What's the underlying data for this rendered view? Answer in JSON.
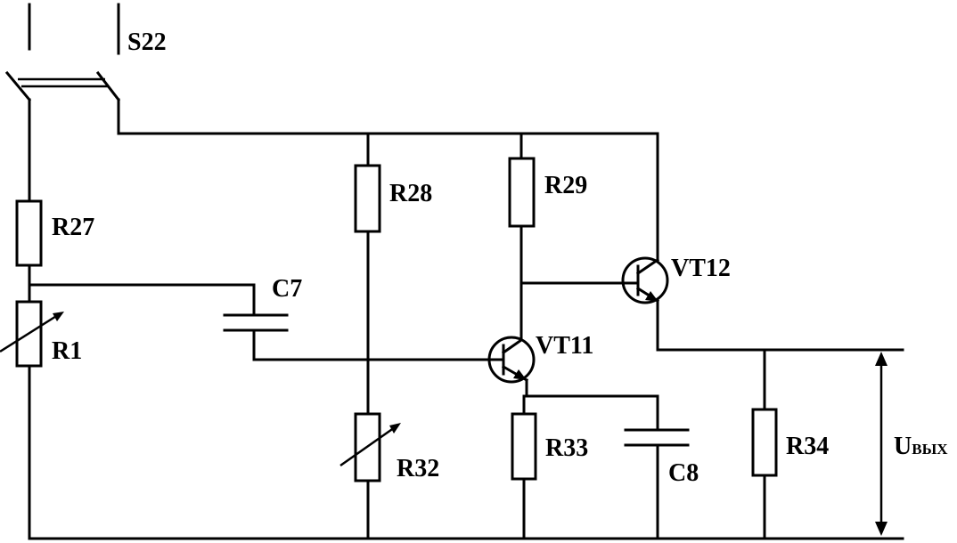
{
  "diagram": {
    "components": {
      "s22": "S22",
      "r27": "R27",
      "r1": "R1",
      "c7": "C7",
      "r28": "R28",
      "r29": "R29",
      "vt12": "VT12",
      "vt11": "VT11",
      "r32": "R32",
      "r33": "R33",
      "c8": "C8",
      "r34": "R34"
    },
    "output_label": {
      "main": "U",
      "subscript": "ВЫХ"
    }
  }
}
